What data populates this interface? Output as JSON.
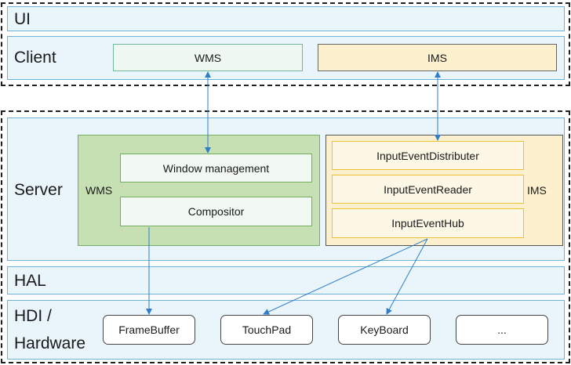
{
  "layers": {
    "ui": "UI",
    "client": "Client",
    "server": "Server",
    "hal": "HAL",
    "hdi_line1": "HDI /",
    "hdi_line2": "Hardware"
  },
  "client": {
    "wms": "WMS",
    "ims": "IMS"
  },
  "server": {
    "wms_group_label": "WMS",
    "wms_items": [
      "Window management",
      "Compositor"
    ],
    "ims_group_label": "IMS",
    "ims_items": [
      "InputEventDistributer",
      "InputEventReader",
      "InputEventHub"
    ]
  },
  "hardware": {
    "items": [
      "FrameBuffer",
      "TouchPad",
      "KeyBoard",
      "..."
    ]
  },
  "colors": {
    "layer_fill": "#eaf5fb",
    "layer_border": "#6db3d8",
    "wms_fill": "#c6e0b4",
    "ims_fill": "#fdf0cf",
    "arrow": "#2f7fc8"
  }
}
